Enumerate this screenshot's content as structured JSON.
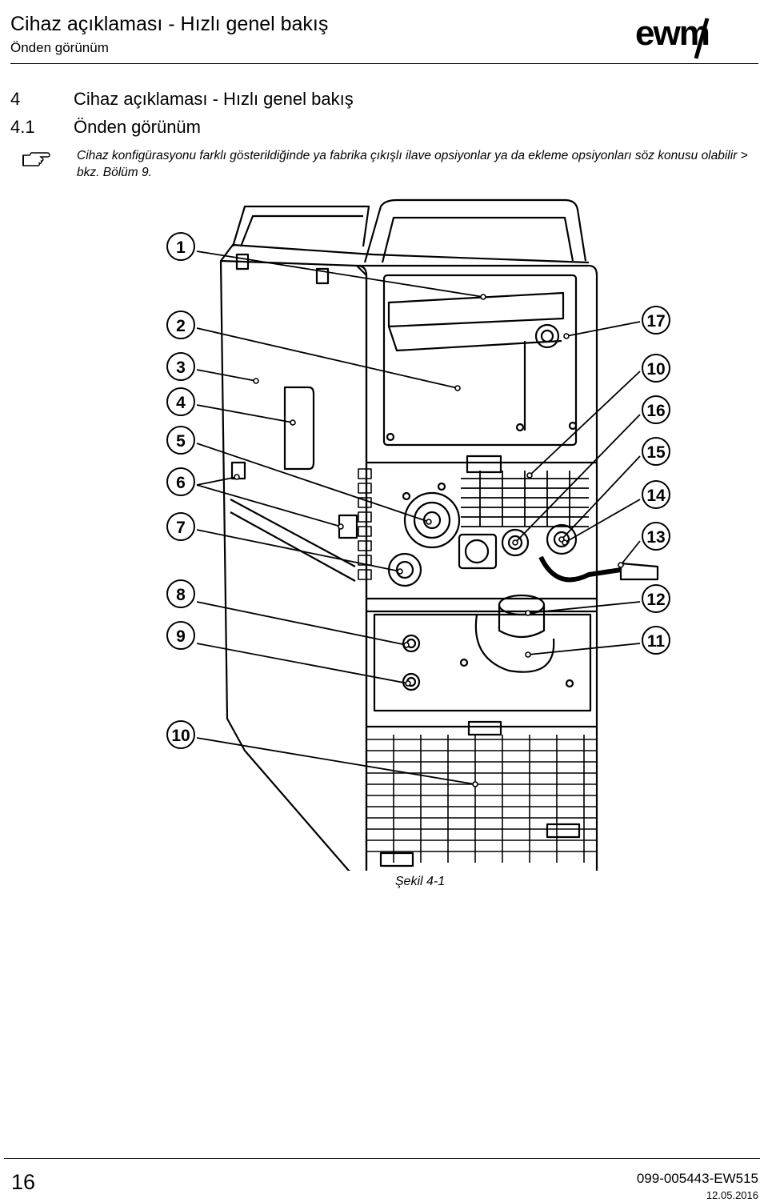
{
  "header": {
    "title": "Cihaz açıklaması - Hızlı genel bakış",
    "subtitle": "Önden görünüm",
    "logo_text": "ewm"
  },
  "section": {
    "number": "4",
    "title": "Cihaz açıklaması - Hızlı genel bakış"
  },
  "subsection": {
    "number": "4.1",
    "title": "Önden görünüm"
  },
  "note": {
    "icon": "pointing-hand-icon",
    "text": "Cihaz konfigürasyonu farklı gösterildiğinde ya fabrika çıkışlı ilave opsiyonlar ya da ekleme opsiyonları söz konusu olabilir > bkz. Bölüm 9."
  },
  "figure": {
    "callouts_left": [
      "1",
      "2",
      "3",
      "4",
      "5",
      "6",
      "7",
      "8",
      "9",
      "10"
    ],
    "callouts_right": [
      "17",
      "10",
      "16",
      "15",
      "14",
      "13",
      "12",
      "11"
    ],
    "caption": "Şekil 4-1"
  },
  "footer": {
    "page_number": "16",
    "doc_id": "099-005443-EW515",
    "date": "12.05.2016"
  }
}
